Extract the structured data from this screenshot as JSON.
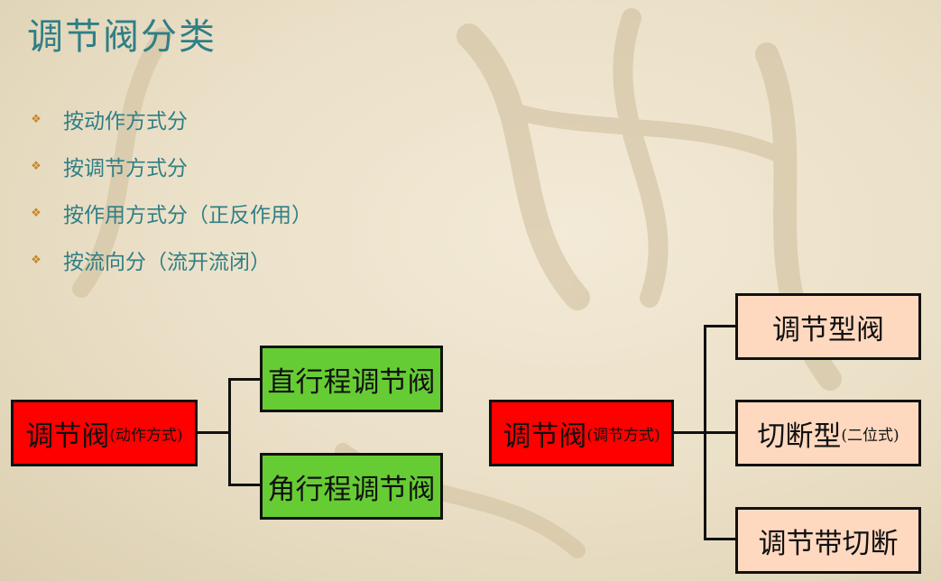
{
  "title": "调节阀分类",
  "bullets": [
    "按动作方式分",
    "按调节方式分",
    "按作用方式分（正反作用）",
    "按流向分（流开流闭）"
  ],
  "diagram_left": {
    "root_main": "调节阀",
    "root_sub": "(动作方式)",
    "children": [
      "直行程调节阀",
      "角行程调节阀"
    ]
  },
  "diagram_right": {
    "root_main": "调节阀",
    "root_sub": "(调节方式)",
    "children": [
      {
        "main": "调节型阀",
        "sub": ""
      },
      {
        "main": "切断型",
        "sub": "(二位式)"
      },
      {
        "main": "调节带切断",
        "sub": ""
      }
    ]
  },
  "colors": {
    "title_text": "#2f7f86",
    "bullet_marker": "#c7872b",
    "root_box": "#ff0000",
    "left_child_box": "#66cc33",
    "right_child_box": "#ffd9bf"
  }
}
